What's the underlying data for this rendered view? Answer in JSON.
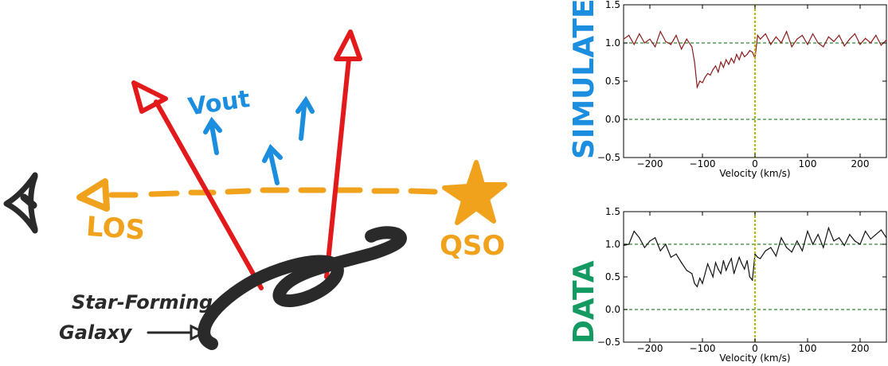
{
  "sketch": {
    "los_label": "LOS",
    "qso_label": "QSO",
    "vout_label": "Vout",
    "galaxy_label_line1": "Star-Forming",
    "galaxy_label_line2": "Galaxy",
    "colors": {
      "los": "#f0a21c",
      "vout": "#1b8ee0",
      "outflow": "#e31a1c",
      "galaxy": "#2a2a2a",
      "eye": "#2a2a2a"
    }
  },
  "panels": {
    "simulated_label": "SIMULATED",
    "data_label": "DATA",
    "simulated_color": "#1b8ee0",
    "data_color": "#139a63"
  },
  "chart_data": [
    {
      "type": "line",
      "name": "simulated",
      "xlabel": "Velocity (km/s)",
      "ylabel": "",
      "xlim": [
        -250,
        250
      ],
      "ylim": [
        -0.5,
        1.5
      ],
      "xticks": [
        -200,
        -100,
        0,
        100,
        200
      ],
      "yticks": [
        -0.5,
        0.0,
        0.5,
        1.0,
        1.5
      ],
      "ytick_labels": [
        "−0.5",
        "0.0",
        "0.5",
        "1.0",
        "1.5"
      ],
      "xtick_labels": [
        "−200",
        "−100",
        "0",
        "100",
        "200"
      ],
      "hlines": [
        1.0,
        0.0
      ],
      "vline": 0,
      "series": [
        {
          "color": "#8b1a1a",
          "x": [
            -250,
            -240,
            -230,
            -220,
            -210,
            -200,
            -190,
            -180,
            -170,
            -160,
            -150,
            -140,
            -130,
            -120,
            -115,
            -110,
            -105,
            -100,
            -95,
            -90,
            -85,
            -80,
            -75,
            -70,
            -65,
            -60,
            -55,
            -50,
            -45,
            -40,
            -35,
            -30,
            -25,
            -20,
            -15,
            -10,
            -5,
            0,
            5,
            10,
            20,
            30,
            40,
            50,
            60,
            70,
            80,
            90,
            100,
            110,
            120,
            130,
            140,
            150,
            160,
            170,
            180,
            190,
            200,
            210,
            220,
            230,
            240,
            250
          ],
          "y": [
            1.05,
            1.1,
            0.98,
            1.12,
            1.0,
            1.05,
            0.95,
            1.15,
            1.02,
            0.98,
            1.1,
            0.92,
            1.05,
            0.95,
            0.75,
            0.42,
            0.5,
            0.48,
            0.55,
            0.6,
            0.58,
            0.65,
            0.7,
            0.62,
            0.75,
            0.68,
            0.78,
            0.72,
            0.8,
            0.74,
            0.85,
            0.78,
            0.88,
            0.82,
            0.85,
            0.9,
            0.88,
            0.8,
            1.1,
            1.05,
            1.12,
            0.98,
            1.08,
            1.0,
            1.15,
            0.95,
            1.05,
            1.1,
            0.98,
            1.12,
            1.0,
            0.95,
            1.08,
            1.02,
            1.1,
            0.96,
            1.05,
            1.12,
            0.98,
            1.06,
            1.0,
            1.1,
            0.97,
            1.04
          ]
        }
      ]
    },
    {
      "type": "line",
      "name": "data",
      "xlabel": "Velocity (km/s)",
      "ylabel": "",
      "xlim": [
        -250,
        250
      ],
      "ylim": [
        -0.5,
        1.5
      ],
      "xticks": [
        -200,
        -100,
        0,
        100,
        200
      ],
      "yticks": [
        -0.5,
        0.0,
        0.5,
        1.0,
        1.5
      ],
      "ytick_labels": [
        "−0.5",
        "0.0",
        "0.5",
        "1.0",
        "1.5"
      ],
      "xtick_labels": [
        "−200",
        "−100",
        "0",
        "100",
        "200"
      ],
      "hlines": [
        1.0,
        0.0
      ],
      "vline": 0,
      "series": [
        {
          "color": "#111111",
          "x": [
            -250,
            -240,
            -230,
            -220,
            -210,
            -200,
            -190,
            -180,
            -170,
            -160,
            -150,
            -140,
            -130,
            -120,
            -115,
            -110,
            -105,
            -100,
            -95,
            -90,
            -85,
            -80,
            -75,
            -70,
            -65,
            -60,
            -55,
            -50,
            -45,
            -40,
            -35,
            -30,
            -25,
            -20,
            -15,
            -10,
            -5,
            0,
            5,
            10,
            20,
            30,
            40,
            50,
            60,
            70,
            80,
            90,
            100,
            110,
            120,
            130,
            140,
            150,
            160,
            170,
            180,
            190,
            200,
            210,
            220,
            230,
            240,
            250
          ],
          "y": [
            0.98,
            1.0,
            1.2,
            1.1,
            0.95,
            1.05,
            1.1,
            0.9,
            1.0,
            0.8,
            0.85,
            0.72,
            0.6,
            0.55,
            0.4,
            0.35,
            0.48,
            0.4,
            0.55,
            0.7,
            0.6,
            0.5,
            0.72,
            0.62,
            0.55,
            0.75,
            0.6,
            0.7,
            0.78,
            0.55,
            0.68,
            0.8,
            0.7,
            0.62,
            0.75,
            0.5,
            0.45,
            0.85,
            0.8,
            0.78,
            0.9,
            0.95,
            0.82,
            1.1,
            0.95,
            0.88,
            1.05,
            0.9,
            1.2,
            1.0,
            1.15,
            0.95,
            1.25,
            1.05,
            1.1,
            0.98,
            1.15,
            1.05,
            1.0,
            1.2,
            1.08,
            1.15,
            1.22,
            1.1
          ]
        }
      ]
    }
  ]
}
